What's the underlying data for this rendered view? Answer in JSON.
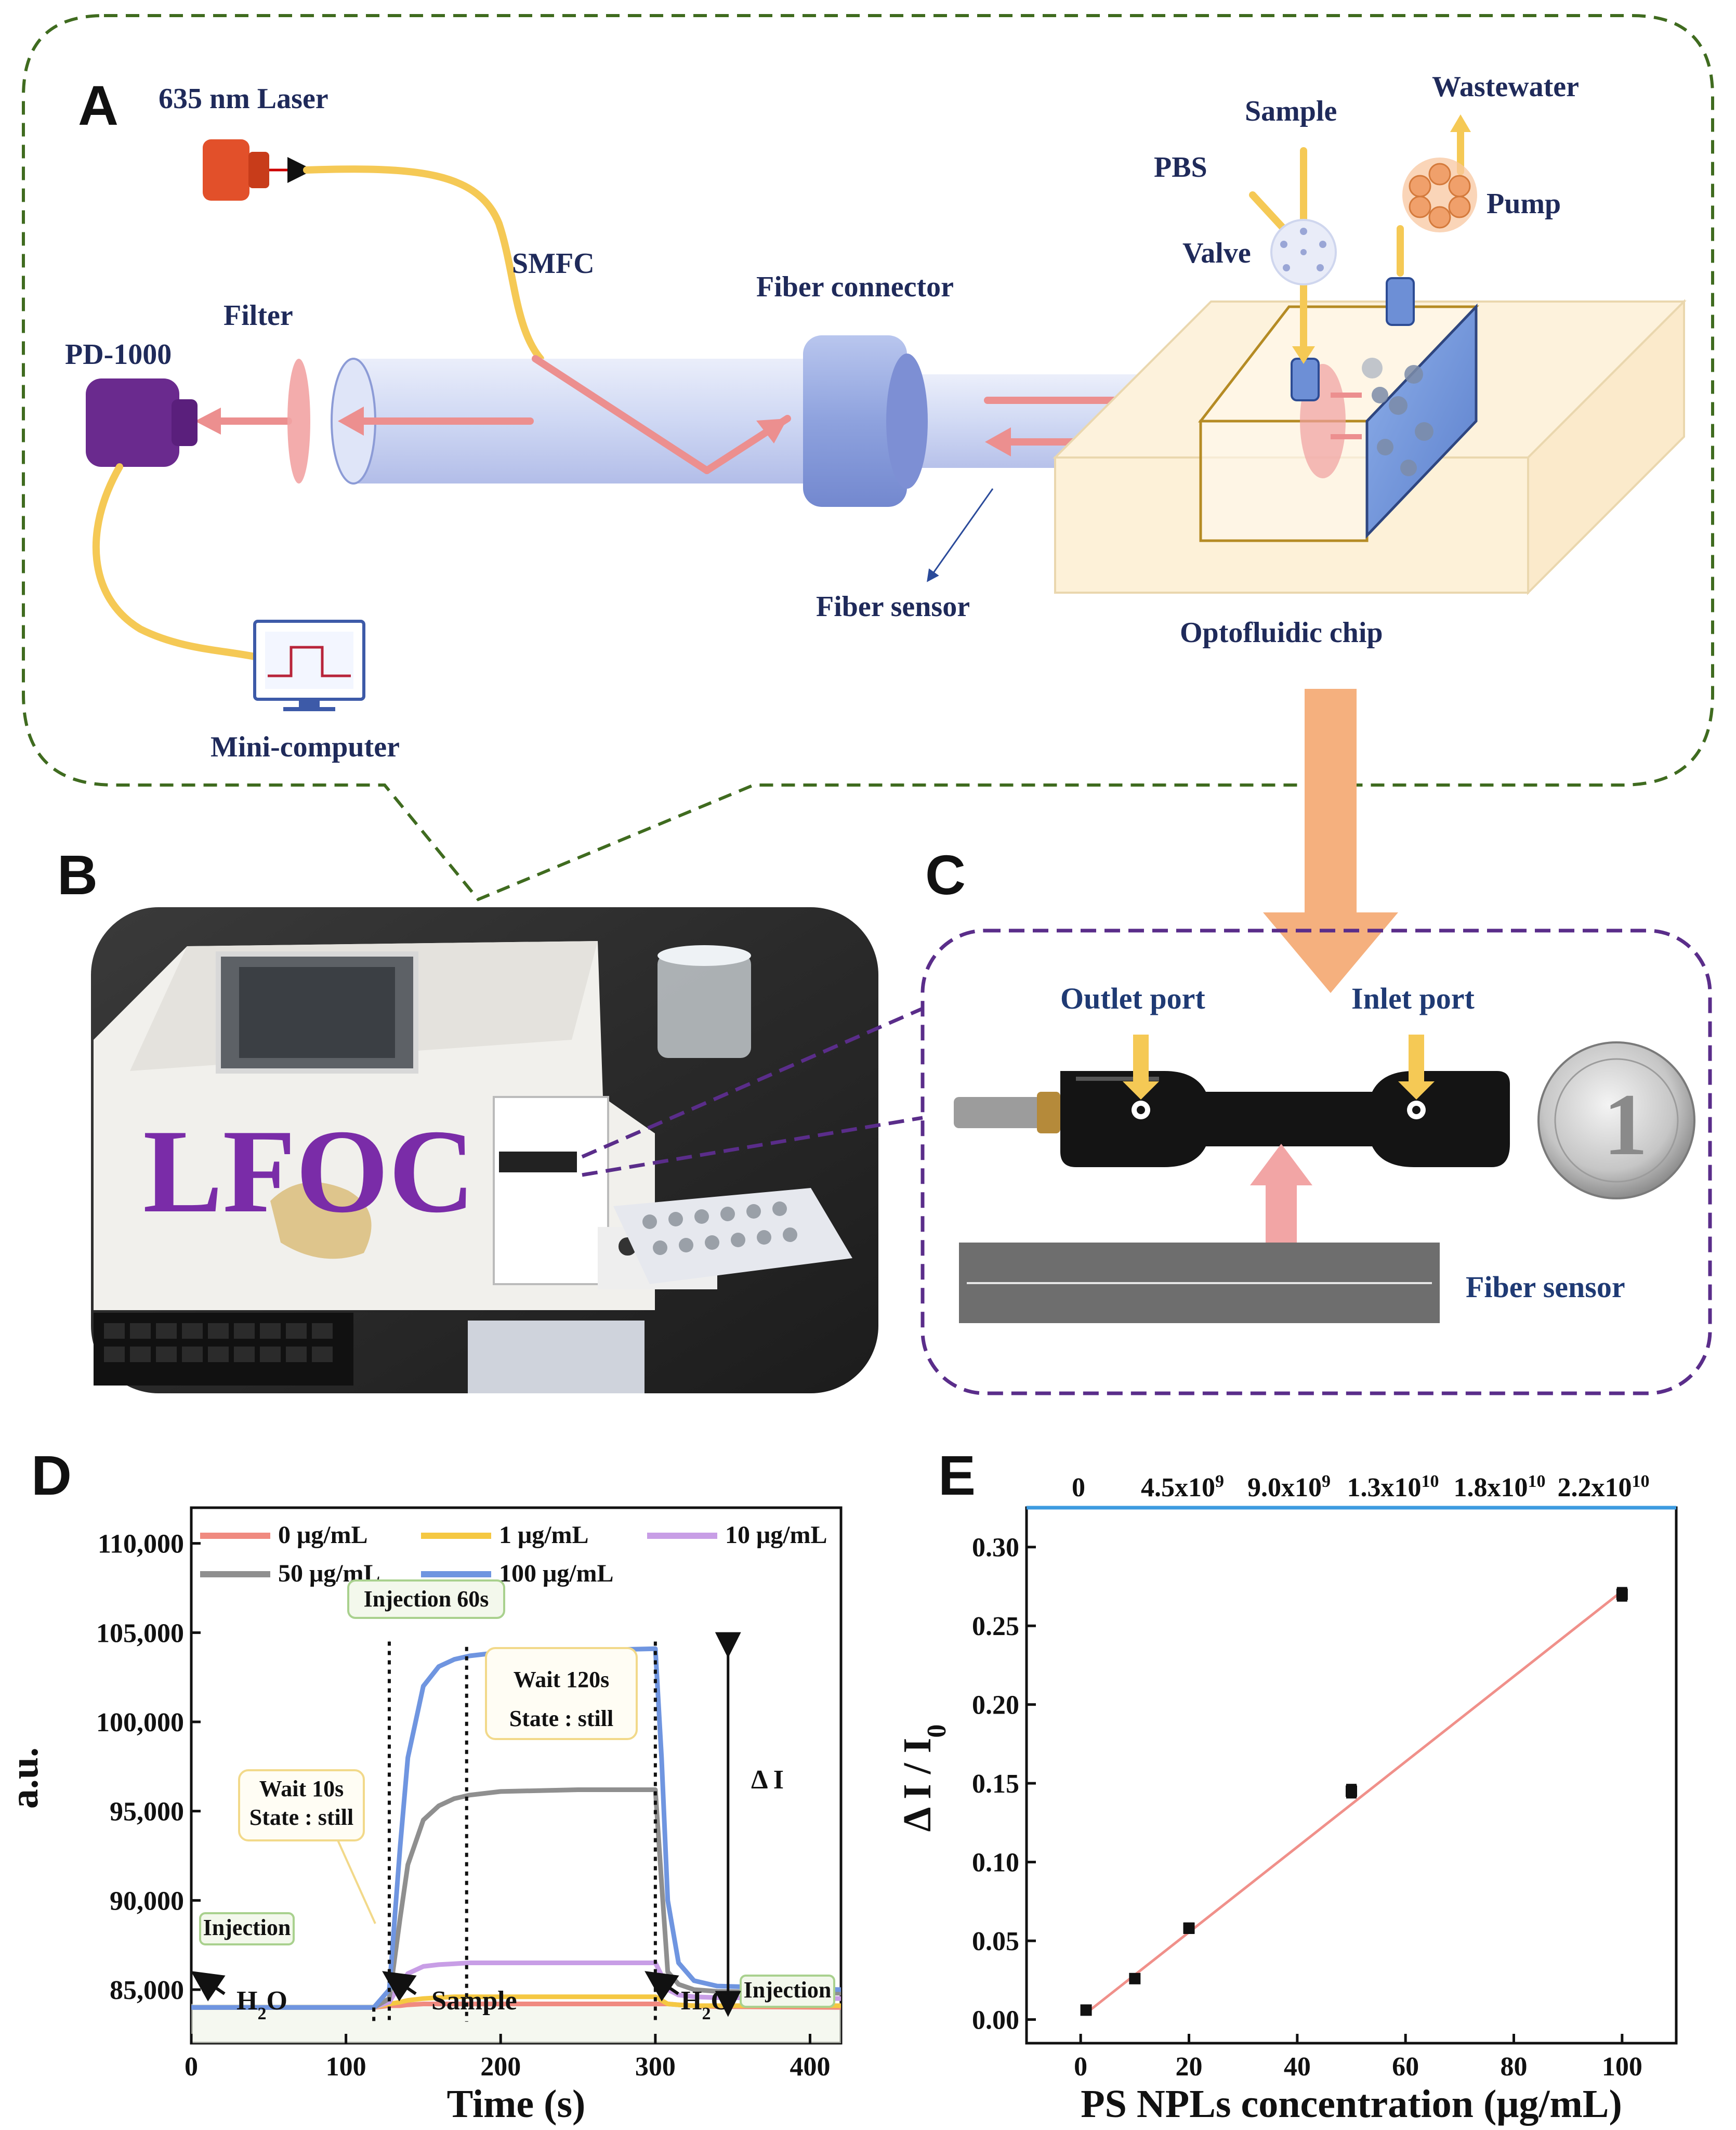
{
  "panels": {
    "a": "A",
    "b": "B",
    "c": "C",
    "d": "D",
    "e": "E"
  },
  "panelA": {
    "laser": "635 nm Laser",
    "smfc": "SMFC",
    "pd": "PD-1000",
    "filter": "Filter",
    "fiber_connector": "Fiber connector",
    "fiber_sensor": "Fiber sensor",
    "chip": "Optofluidic chip",
    "sample": "Sample",
    "pbs": "PBS",
    "valve": "Valve",
    "wastewater": "Wastewater",
    "pump": "Pump",
    "computer": "Mini-computer"
  },
  "panelB": {
    "device_label": "LFOC"
  },
  "panelC": {
    "outlet": "Outlet port",
    "inlet": "Inlet port",
    "fiber_sensor": "Fiber sensor",
    "coin_digit": "1"
  },
  "panelD": {
    "ylabel": "a.u.",
    "xlabel": "Time (s)",
    "ann_injection60": "Injection 60s",
    "ann_wait120_l1": "Wait 120s",
    "ann_wait120_l2": "State : still",
    "ann_wait10_l1": "Wait 10s",
    "ann_wait10_l2": "State : still",
    "ann_injection_left": "Injection",
    "ann_injection_right": "Injection",
    "arrow_h2o_left_main": "H",
    "arrow_h2o_left_sub": "2",
    "arrow_h2o_left_end": "O",
    "arrow_sample": "Sample",
    "arrow_h2o_right_main": "H",
    "arrow_h2o_right_sub": "2",
    "arrow_h2o_right_end": "O",
    "delta_label": "Δ I"
  },
  "panelE": {
    "ylabel_main": "Δ I / I",
    "ylabel_sub": "0",
    "xlabel": "PS NPLs concentration (μg/mL)",
    "top_ticks": [
      {
        "base": "0",
        "exp": ""
      },
      {
        "base": "4.5x10",
        "exp": "9"
      },
      {
        "base": "9.0x10",
        "exp": "9"
      },
      {
        "base": "1.3x10",
        "exp": "10"
      },
      {
        "base": "1.8x10",
        "exp": "10"
      },
      {
        "base": "2.2x10",
        "exp": "10"
      }
    ]
  },
  "colors": {
    "s0": "#f08a80",
    "s1": "#f5c842",
    "s10": "#c89ee6",
    "s50": "#8f8f8f",
    "s100": "#6f95e0",
    "fit": "#f0908a",
    "topaxis": "#3d9be0",
    "dash_green": "#3f6b1f",
    "dash_purple": "#5a2d8a"
  },
  "chart_data": [
    {
      "type": "line",
      "x": [
        0,
        50,
        100,
        118,
        128,
        135,
        140,
        150,
        160,
        170,
        180,
        200,
        250,
        300,
        304,
        308,
        315,
        325,
        340,
        420
      ],
      "series": [
        {
          "name": "0   μg/mL",
          "values": [
            84000,
            84000,
            84000,
            84000,
            84100,
            84100,
            84150,
            84200,
            84200,
            84200,
            84200,
            84200,
            84200,
            84200,
            84200,
            84200,
            84150,
            84100,
            84050,
            84000
          ]
        },
        {
          "name": "1   μg/mL",
          "values": [
            84000,
            84000,
            84000,
            84000,
            84200,
            84300,
            84400,
            84500,
            84550,
            84600,
            84600,
            84600,
            84600,
            84600,
            84400,
            84200,
            84150,
            84100,
            84100,
            84100
          ]
        },
        {
          "name": "10 μg/mL",
          "values": [
            84000,
            84000,
            84000,
            84000,
            84300,
            85300,
            85900,
            86300,
            86400,
            86450,
            86500,
            86500,
            86500,
            86500,
            85800,
            85000,
            84700,
            84600,
            84550,
            84500
          ]
        },
        {
          "name": "50 μg/mL",
          "values": [
            84000,
            84000,
            84000,
            84000,
            84500,
            89000,
            92000,
            94500,
            95300,
            95700,
            95900,
            96100,
            96200,
            96200,
            91000,
            86000,
            85300,
            85000,
            84900,
            84800
          ]
        },
        {
          "name": "100 μg/mL",
          "values": [
            84000,
            84000,
            84000,
            84000,
            85000,
            93000,
            98000,
            102000,
            103100,
            103500,
            103700,
            103900,
            104000,
            104100,
            98000,
            90000,
            86500,
            85500,
            85200,
            85000
          ]
        }
      ],
      "xlabel": "Time (s)",
      "ylabel": "a.u.",
      "xlim": [
        0,
        420
      ],
      "ylim": [
        82000,
        112000
      ],
      "xticks": [
        0,
        100,
        200,
        300,
        400
      ],
      "yticks": [
        "85,000",
        "90,000",
        "95,000",
        "100,000",
        "105,000",
        "110,000"
      ],
      "yticks_values": [
        85000,
        90000,
        95000,
        100000,
        105000,
        110000
      ],
      "legend": "top"
    },
    {
      "type": "scatter",
      "x": [
        1,
        10,
        20,
        50,
        100
      ],
      "y": [
        0.006,
        0.026,
        0.058,
        0.145,
        0.27
      ],
      "err": [
        0.002,
        0.002,
        0.003,
        0.004,
        0.004
      ],
      "fit": {
        "x": [
          1,
          100
        ],
        "y": [
          0.004,
          0.272
        ]
      },
      "xlabel": "PS NPLs concentration (μg/mL)",
      "ylabel": "Δ I / I0",
      "xlim": [
        -10,
        110
      ],
      "ylim": [
        -0.015,
        0.325
      ],
      "xticks": [
        "0",
        "20",
        "40",
        "60",
        "80",
        "100"
      ],
      "xticks_values": [
        0,
        20,
        40,
        60,
        80,
        100
      ],
      "yticks": [
        "0.00",
        "0.05",
        "0.10",
        "0.15",
        "0.20",
        "0.25",
        "0.30"
      ],
      "yticks_values": [
        0,
        0.05,
        0.1,
        0.15,
        0.2,
        0.25,
        0.3
      ]
    }
  ]
}
